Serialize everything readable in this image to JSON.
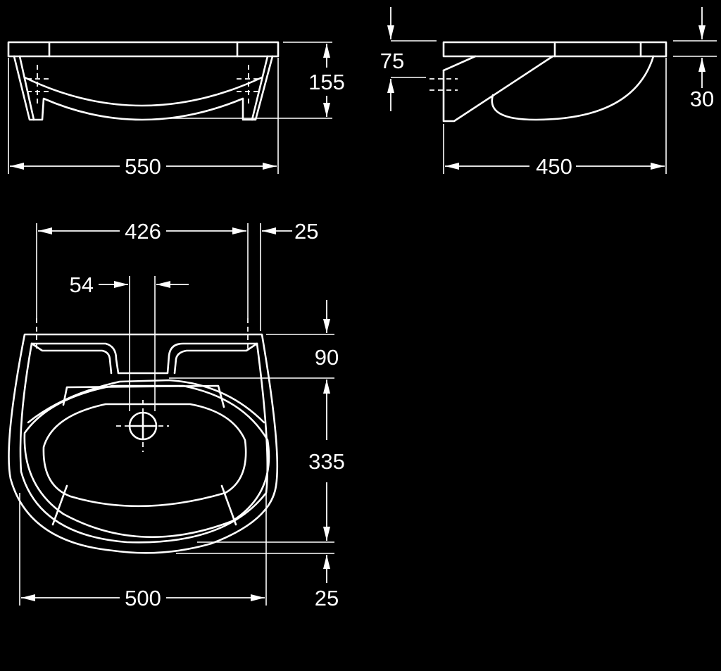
{
  "dimensions": {
    "front_view": {
      "width": "550",
      "height": "155"
    },
    "side_view": {
      "depth": "450",
      "rim_thickness": "75",
      "inner_offset": "30"
    },
    "plan_view": {
      "fixing_centres": "426",
      "edge_offset": "25",
      "tap_hole": "54",
      "back_ledge": "90",
      "bowl_length": "335",
      "front_offset": "25",
      "width": "500"
    }
  }
}
